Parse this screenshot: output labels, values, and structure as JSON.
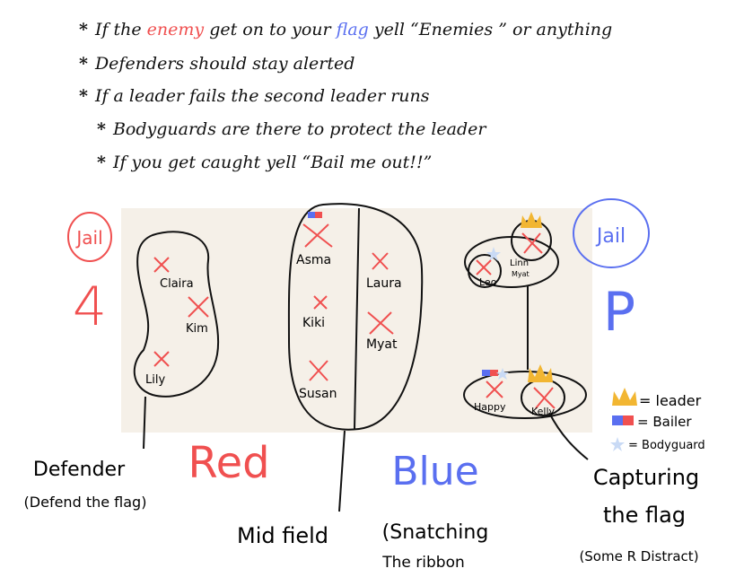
{
  "rules": {
    "rule1_pre": "If the ",
    "rule1_enemy": "enemy",
    "rule1_mid": " get on to your ",
    "rule1_flag": "flag",
    "rule1_post": " yell “Enemies ” or anything",
    "rule2": "Defenders should stay alerted",
    "rule3": "If a leader fails the second leader runs",
    "rule4": "Bodyguards are there to protect the leader",
    "rule5": "If you get caught yell “Bail me out!!”",
    "bullet": "*"
  },
  "jail_red": "Jail",
  "jail_blue": "Jail",
  "flag_red": "4",
  "flag_blue": "P",
  "players": {
    "claira": "Claira",
    "kim": "Kim",
    "lily": "Lily",
    "asma": "Asma",
    "kiki": "Kiki",
    "susan": "Susan",
    "laura": "Laura",
    "myat": "Myat",
    "leo": "Leo",
    "linn": "Linn",
    "linn2": "Myat",
    "happy": "Happy",
    "kelly": "Kelly"
  },
  "team_red": "Red",
  "team_blue": "Blue",
  "defender_title": "Defender",
  "defender_sub": "(Defend the flag)",
  "midfield_title": "Mid field",
  "midfield_paren": "(Snatching",
  "midfield_sub": "The ribbon",
  "capture_title": "Capturing",
  "capture_title2": "the flag",
  "capture_sub": "(Some R Distract)",
  "legend": {
    "leader": "= leader",
    "bailer": "= Bailer",
    "bodyguard": "= Bodyguard"
  },
  "colors": {
    "red": "#f05050",
    "blue": "#5a6ff0",
    "field": "#f5f0e8",
    "crown": "#f2b632"
  }
}
